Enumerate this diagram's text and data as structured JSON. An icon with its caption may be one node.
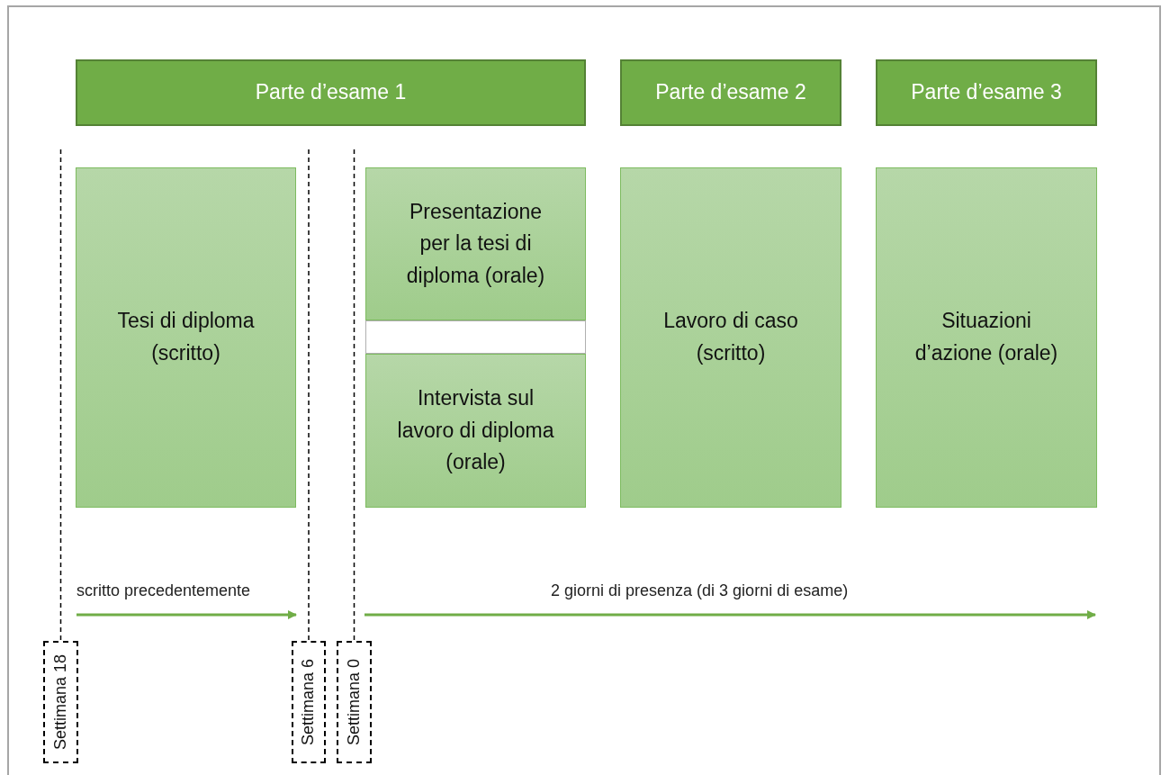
{
  "diagram": {
    "nodes": [
      {
        "text": [
          "Parte d’esame 1"
        ]
      },
      {
        "text": [
          "Parte d’esame 2"
        ]
      },
      {
        "text": [
          "Parte d’esame 3"
        ]
      },
      {
        "text": [
          "Tesi di diploma (scritto)"
        ]
      },
      {
        "text": [
          "Presentazione per la tesi di diploma (orale)"
        ]
      },
      {
        "text": [],
        "shape": "box"
      },
      {
        "text": [
          "Intervista sul lavoro di diploma (orale)"
        ]
      },
      {
        "text": [
          "Lavoro di caso (scritto)"
        ]
      },
      {
        "text": [
          "Situazioni d’azione (orale)"
        ]
      },
      {
        "text": [
          "Settimana 18"
        ]
      },
      {
        "text": [
          "Settimana 6"
        ]
      },
      {
        "text": [
          "Settimana 0"
        ]
      }
    ],
    "labels": [
      "scritto precedentemente",
      "2 giorni di presenza (di 3 giorni di esame)"
    ]
  }
}
